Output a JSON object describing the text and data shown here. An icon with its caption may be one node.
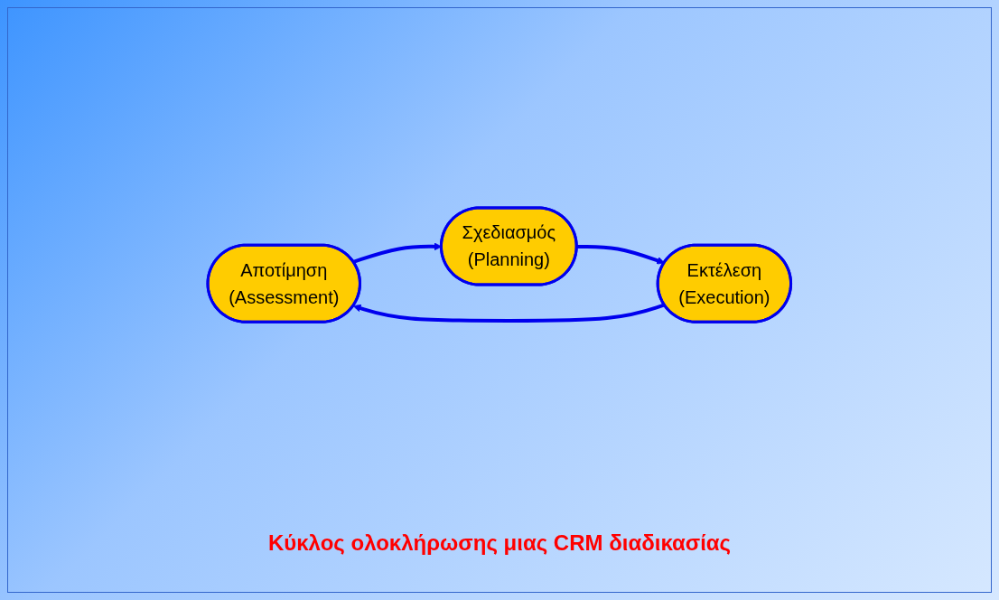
{
  "diagram": {
    "caption": "Κύκλος ολοκλήρωσης μιας CRM διαδικασίας",
    "nodes": [
      {
        "text": [
          "Αποτίμηση",
          "(Assessment)"
        ]
      },
      {
        "text": [
          "Σχεδιασμός",
          "(Planning)"
        ]
      },
      {
        "text": [
          "Εκτέλεση",
          "(Execution)"
        ]
      }
    ],
    "edges": [
      {
        "from": 0,
        "to": 1,
        "arrow": "to"
      },
      {
        "from": 1,
        "to": 2,
        "arrow": "to"
      },
      {
        "from": 2,
        "to": 0,
        "arrow": "to"
      }
    ]
  }
}
